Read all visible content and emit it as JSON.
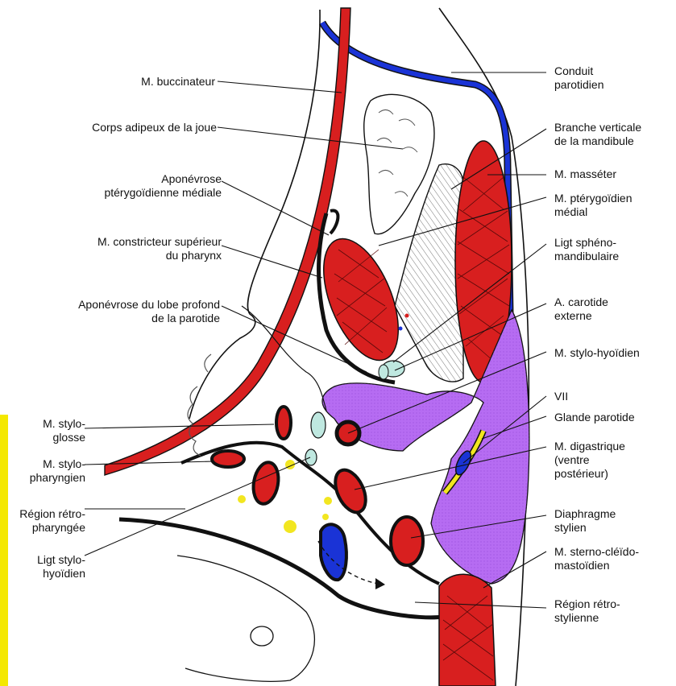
{
  "colors": {
    "muscle": "#d81f1f",
    "vein": "#1a33d6",
    "gland": "#b66cf2",
    "nerve": "#f2e620",
    "ligament": "#bfe8e0",
    "outline": "#111111"
  },
  "left_labels": [
    "M. buccinateur",
    "Corps adipeux de la joue",
    "Aponévrose\nptérygoïdienne médiale",
    "M. constricteur supérieur\ndu pharynx",
    "Aponévrose du lobe profond\nde la parotide",
    "M. stylo-\nglosse",
    "M. stylo-\npharyngien",
    "Région rétro-\npharyngée",
    "Ligt stylo-\nhyoïdien"
  ],
  "right_labels": [
    "Conduit\nparotidien",
    "Branche verticale\nde la mandibule",
    "M. masséter",
    "M. ptérygoïdien\nmédial",
    "Ligt sphéno-\nmandibulaire",
    "A. carotide\nexterne",
    "M. stylo-hyoïdien",
    "VII",
    "Glande parotide",
    "M. digastrique\n(ventre\npostérieur)",
    "Diaphragme\nstylien",
    "M. sterno-cléïdo-\nmastoïdien",
    "Région rétro-\nstylienne"
  ]
}
